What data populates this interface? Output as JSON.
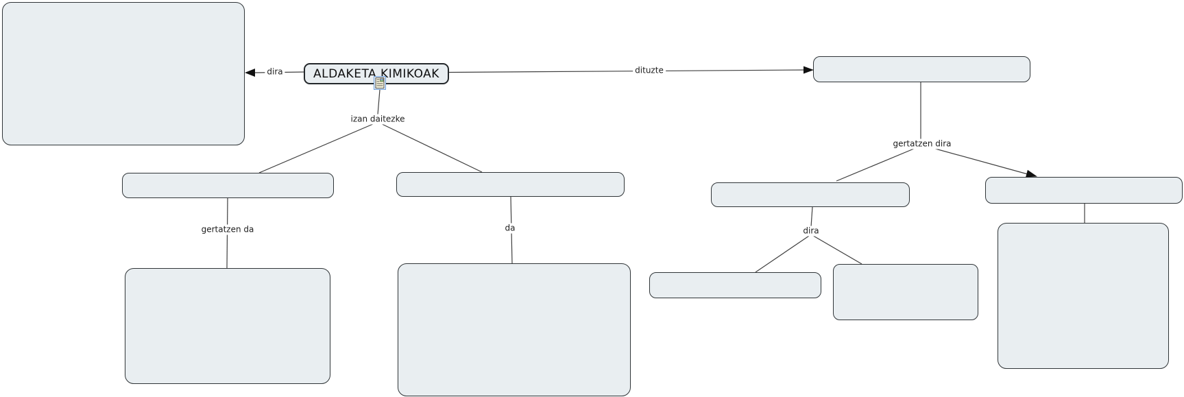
{
  "diagram": {
    "central_node": {
      "label": "ALDAKETA KIMIKOAK"
    },
    "edges": {
      "dira_left": "dira",
      "dituzte": "dituzte",
      "izan_daitezke": "izan daitezke",
      "gertatzen_da": "gertatzen da",
      "da": "da",
      "gertatzen_dira": "gertatzen dira",
      "dira_right": "dira"
    },
    "nodes": {
      "left_large": "",
      "mid_left_bar": "",
      "mid_center_bar": "",
      "right_top_bar": "",
      "gertatzen_bar": "",
      "small_bar": "",
      "medium_box": "",
      "rightmost_bar": "",
      "right_large": "",
      "bottom_left": "",
      "bottom_center": ""
    },
    "colors": {
      "node_fill": "#e9eef1",
      "node_border": "#2f3437",
      "line": "#3f3f3f",
      "label_text": "#1c1c1c"
    },
    "icons": {
      "central_resource": "document-image-icon"
    }
  }
}
